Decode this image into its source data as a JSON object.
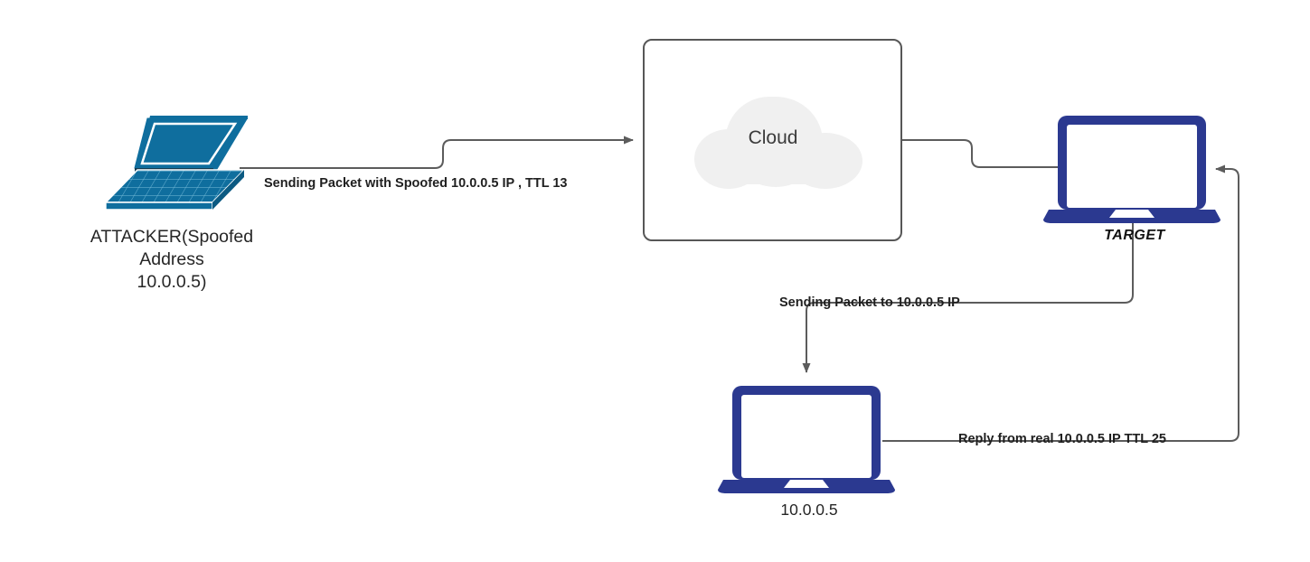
{
  "diagram": {
    "title": "IP Spoofing / TTL Reflection Network Diagram",
    "colors": {
      "attacker_device": "#0F6E9E",
      "laptop_navy": "#2B3990",
      "cloud_fill": "#F0F0F0",
      "connector": "#5C5C5C",
      "box_border": "#575757",
      "background": "#FFFFFF"
    }
  },
  "nodes": {
    "attacker": {
      "icon": "laptop-isometric-icon",
      "label": "ATTACKER(Spoofed\nAddress\n10.0.0.5)"
    },
    "cloud_box": {
      "icon": "cloud-icon",
      "label": "Cloud"
    },
    "target": {
      "icon": "laptop-icon",
      "label": "TARGET"
    },
    "victim": {
      "icon": "laptop-icon",
      "label": "10.0.0.5"
    }
  },
  "edges": {
    "attacker_to_cloud": {
      "label": "Sending Packet with Spoofed 10.0.0.5 IP , TTL 13"
    },
    "cloud_to_target": {
      "label": ""
    },
    "target_to_victim": {
      "label": "Sending Packet to 10.0.0.5 IP"
    },
    "victim_to_target": {
      "label": "Reply from real 10.0.0.5 IP TTL 25"
    }
  }
}
